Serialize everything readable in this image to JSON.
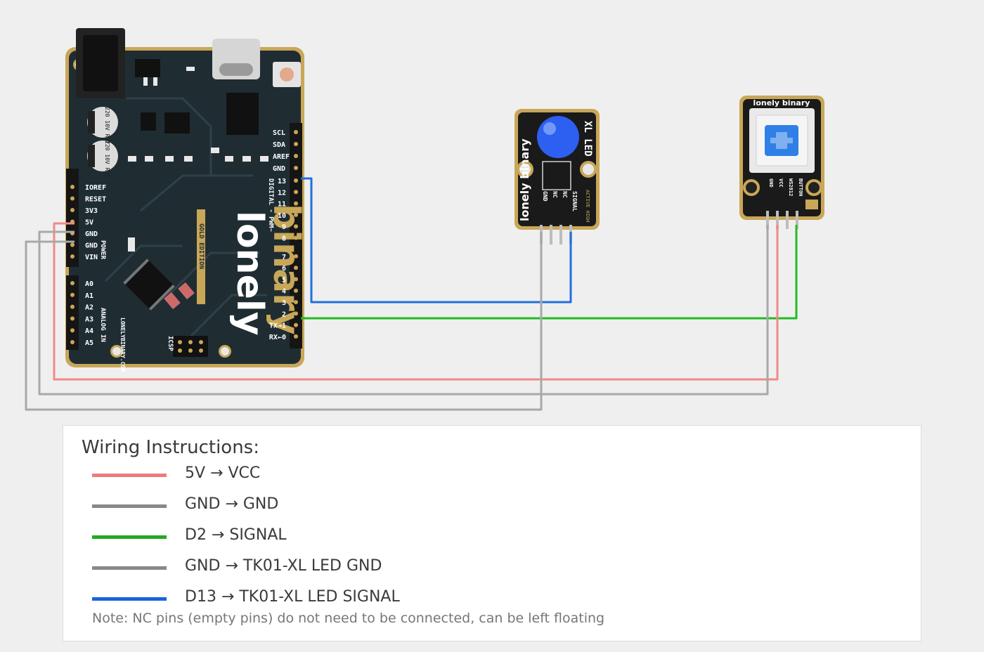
{
  "board": {
    "brand_line1": "lonely",
    "brand_line2": "binary",
    "edition": "GOLD EDITION",
    "url": "LONELYBINARY.COM",
    "power_header": "POWER",
    "analog_header": "ANALOG IN",
    "digital_header": "DIGITAL - PWM~",
    "icsp": "ICSP",
    "cap_label": "220 10V RVT",
    "left_pins": [
      "IOREF",
      "RESET",
      "3V3",
      "5V",
      "GND",
      "GND",
      "VIN"
    ],
    "analog_pins": [
      "A0",
      "A1",
      "A2",
      "A3",
      "A4",
      "A5"
    ],
    "top_right_pins": [
      "SCL",
      "SDA",
      "AREF",
      "GND"
    ],
    "digital_pins": [
      "13",
      "12",
      "11",
      "10",
      "9",
      "8",
      "7",
      "6",
      "5",
      "4",
      "3",
      "2",
      "TX→1",
      "RX←0"
    ]
  },
  "led_module": {
    "brand": "lonely binary",
    "title": "XL LED",
    "pins": [
      "GND",
      "NC",
      "NC",
      "SIGNAL"
    ],
    "note": "ACTIVE HIGH",
    "led_color": "#2d5ff0"
  },
  "button_module": {
    "brand": "lonely binary",
    "pins": [
      "GND",
      "VCC",
      "WS2812",
      "BUTTON"
    ],
    "cap_color": "#2f7fe6"
  },
  "wire_colors": {
    "red": "#f08a8a",
    "gray": "#a8a8a8",
    "green": "#22bb22",
    "blue": "#1f6fe0"
  },
  "legend": {
    "title": "Wiring Instructions:",
    "items": [
      {
        "label": "5V → VCC",
        "color": "#ee7b7b"
      },
      {
        "label": "GND → GND",
        "color": "#888888"
      },
      {
        "label": "D2 → SIGNAL",
        "color": "#22aa22"
      },
      {
        "label": "GND → TK01-XL LED GND",
        "color": "#888888"
      },
      {
        "label": "D13 → TK01-XL LED SIGNAL",
        "color": "#1565e0"
      }
    ],
    "note": "Note: NC pins (empty pins) do not need to be connected, can be left floating"
  }
}
